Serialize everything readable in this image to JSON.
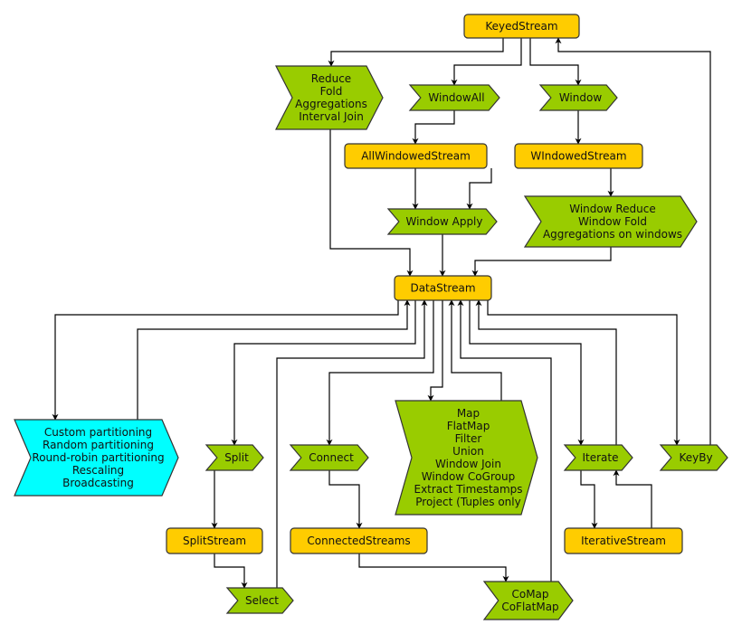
{
  "colors": {
    "stream": "#ffcc00",
    "operation": "#99cc00",
    "partition": "#00ffff",
    "stroke": "#333333",
    "edge": "#000000"
  },
  "nodes": {
    "keyed_stream": {
      "kind": "stream",
      "lines": [
        "KeyedStream"
      ]
    },
    "reduce_ops": {
      "kind": "operation",
      "lines": [
        "Reduce",
        "Fold",
        "Aggregations",
        "Interval Join"
      ]
    },
    "window_all": {
      "kind": "operation",
      "lines": [
        "WindowAll"
      ]
    },
    "window": {
      "kind": "operation",
      "lines": [
        "Window"
      ]
    },
    "all_windowed_stream": {
      "kind": "stream",
      "lines": [
        "AllWindowedStream"
      ]
    },
    "windowed_stream": {
      "kind": "stream",
      "lines": [
        "WIndowedStream"
      ]
    },
    "window_apply": {
      "kind": "operation",
      "lines": [
        "Window Apply"
      ]
    },
    "window_reduce_ops": {
      "kind": "operation",
      "lines": [
        "Window Reduce",
        "Window Fold",
        "Aggregations on windows"
      ]
    },
    "data_stream": {
      "kind": "stream",
      "lines": [
        "DataStream"
      ]
    },
    "partitioning": {
      "kind": "partition",
      "lines": [
        "Custom partitioning",
        "Random partitioning",
        "Round-robin partitioning",
        "Rescaling",
        "Broadcasting"
      ]
    },
    "split": {
      "kind": "operation",
      "lines": [
        "Split"
      ]
    },
    "connect": {
      "kind": "operation",
      "lines": [
        "Connect"
      ]
    },
    "map_ops": {
      "kind": "operation",
      "lines": [
        "Map",
        "FlatMap",
        "Filter",
        "Union",
        "Window Join",
        "Window CoGroup",
        "Extract Timestamps",
        "Project (Tuples only"
      ]
    },
    "iterate": {
      "kind": "operation",
      "lines": [
        "Iterate"
      ]
    },
    "key_by": {
      "kind": "operation",
      "lines": [
        "KeyBy"
      ]
    },
    "split_stream": {
      "kind": "stream",
      "lines": [
        "SplitStream"
      ]
    },
    "connected_streams": {
      "kind": "stream",
      "lines": [
        "ConnectedStreams"
      ]
    },
    "iterative_stream": {
      "kind": "stream",
      "lines": [
        "IterativeStream"
      ]
    },
    "select": {
      "kind": "operation",
      "lines": [
        "Select"
      ]
    },
    "comap_ops": {
      "kind": "operation",
      "lines": [
        "CoMap",
        "CoFlatMap"
      ]
    }
  },
  "edges": [
    {
      "from": "keyed_stream",
      "to": "reduce_ops"
    },
    {
      "from": "keyed_stream",
      "to": "window_all"
    },
    {
      "from": "keyed_stream",
      "to": "window"
    },
    {
      "from": "window_all",
      "to": "all_windowed_stream"
    },
    {
      "from": "window",
      "to": "windowed_stream"
    },
    {
      "from": "all_windowed_stream",
      "to": "window_apply"
    },
    {
      "from": "windowed_stream",
      "to": "window_apply"
    },
    {
      "from": "windowed_stream",
      "to": "window_reduce_ops"
    },
    {
      "from": "reduce_ops",
      "to": "data_stream"
    },
    {
      "from": "window_apply",
      "to": "data_stream"
    },
    {
      "from": "window_reduce_ops",
      "to": "data_stream"
    },
    {
      "from": "data_stream",
      "to": "partitioning"
    },
    {
      "from": "partitioning",
      "to": "data_stream"
    },
    {
      "from": "data_stream",
      "to": "split"
    },
    {
      "from": "select",
      "to": "data_stream"
    },
    {
      "from": "data_stream",
      "to": "connect"
    },
    {
      "from": "data_stream",
      "to": "map_ops"
    },
    {
      "from": "map_ops",
      "to": "data_stream"
    },
    {
      "from": "comap_ops",
      "to": "data_stream"
    },
    {
      "from": "data_stream",
      "to": "iterate"
    },
    {
      "from": "iterate",
      "to": "data_stream"
    },
    {
      "from": "data_stream",
      "to": "key_by"
    },
    {
      "from": "key_by",
      "to": "keyed_stream"
    },
    {
      "from": "split",
      "to": "split_stream"
    },
    {
      "from": "split_stream",
      "to": "select"
    },
    {
      "from": "connect",
      "to": "connected_streams"
    },
    {
      "from": "connected_streams",
      "to": "comap_ops"
    },
    {
      "from": "iterate",
      "to": "iterative_stream"
    },
    {
      "from": "iterative_stream",
      "to": "iterate"
    }
  ]
}
